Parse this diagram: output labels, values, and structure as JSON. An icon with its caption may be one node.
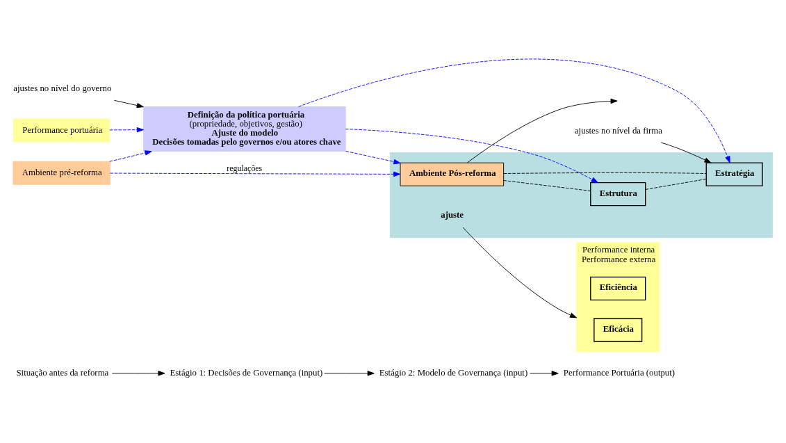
{
  "diagram": {
    "nodes": [
      {
        "text": [
          "Situação antes da reforma"
        ]
      },
      {
        "text": [
          "Estágio 1: Decisões de Governança (input)"
        ]
      },
      {
        "text": [
          "Estágio 2: Modelo de Governança (input)"
        ]
      },
      {
        "text": [
          "Performance Portuária (output)"
        ]
      },
      {
        "text": [
          "Performance portuária"
        ]
      },
      {
        "text": [
          "Ambiente pré-reforma"
        ]
      },
      {
        "text": [
          "Definição da política portuária",
          "(propriedade, objetivos, gestão)",
          "Ajuste do modelo",
          "Decisões tomadas pelo governos e/ou atores chave"
        ]
      },
      {
        "text": [],
        "shape": "box"
      },
      {
        "text": [
          "Estrutura"
        ],
        "in": 7
      },
      {
        "text": [
          "Ambiente Pós-reforma"
        ],
        "in": 7
      },
      {
        "text": [
          "ajuste"
        ],
        "in": 7
      },
      {
        "text": [
          "Estratégia"
        ],
        "in": 7
      },
      {
        "text": [
          "Performance interna",
          "Performance externa"
        ]
      },
      {
        "text": [
          "Eficiência"
        ],
        "in": 12
      },
      {
        "text": [
          "Eficácia"
        ],
        "in": 12
      },
      {
        "text": [
          "ajustes no nível do governo"
        ]
      },
      {
        "text": [
          "ajustes no nível da firma"
        ]
      }
    ],
    "edges": [
      {
        "from": 0,
        "to": 1,
        "arrow": "to"
      },
      {
        "from": 1,
        "to": 2,
        "arrow": "to"
      },
      {
        "from": 2,
        "to": 3,
        "arrow": "to"
      },
      {
        "from": 4,
        "to": 6,
        "arrow": "to",
        "style": "dashed",
        "color": "#0000ff"
      },
      {
        "from": 5,
        "to": 6,
        "arrow": "to",
        "style": "dashed",
        "color": "#0000ff"
      },
      {
        "from": 6,
        "to": 8,
        "arrow": "to",
        "style": "dashed",
        "color": "#0000ff"
      },
      {
        "from": 6,
        "to": 11,
        "arrow": "to",
        "style": "dashed",
        "color": "#0000ff"
      },
      {
        "from": 5,
        "to": 9,
        "arrow": "to",
        "label": "regulações",
        "style": "dashed",
        "color": "#0000ff"
      },
      {
        "from": 6,
        "to": 9,
        "arrow": "to",
        "style": "dashed",
        "color": "#0000ff"
      },
      {
        "from": 9,
        "to": 8,
        "arrow": "none",
        "style": "dashed"
      },
      {
        "from": 9,
        "to": 11,
        "arrow": "none",
        "style": "dashed"
      },
      {
        "from": 8,
        "to": 11,
        "arrow": "none",
        "style": "dashed"
      },
      {
        "from": 10,
        "to": 12,
        "arrow": "to"
      },
      {
        "from": 15,
        "to": 6,
        "arrow": "to"
      },
      {
        "from": 16,
        "to": 11,
        "arrow": "to"
      },
      {
        "from": 9,
        "to": null,
        "arrow": "to"
      }
    ]
  }
}
